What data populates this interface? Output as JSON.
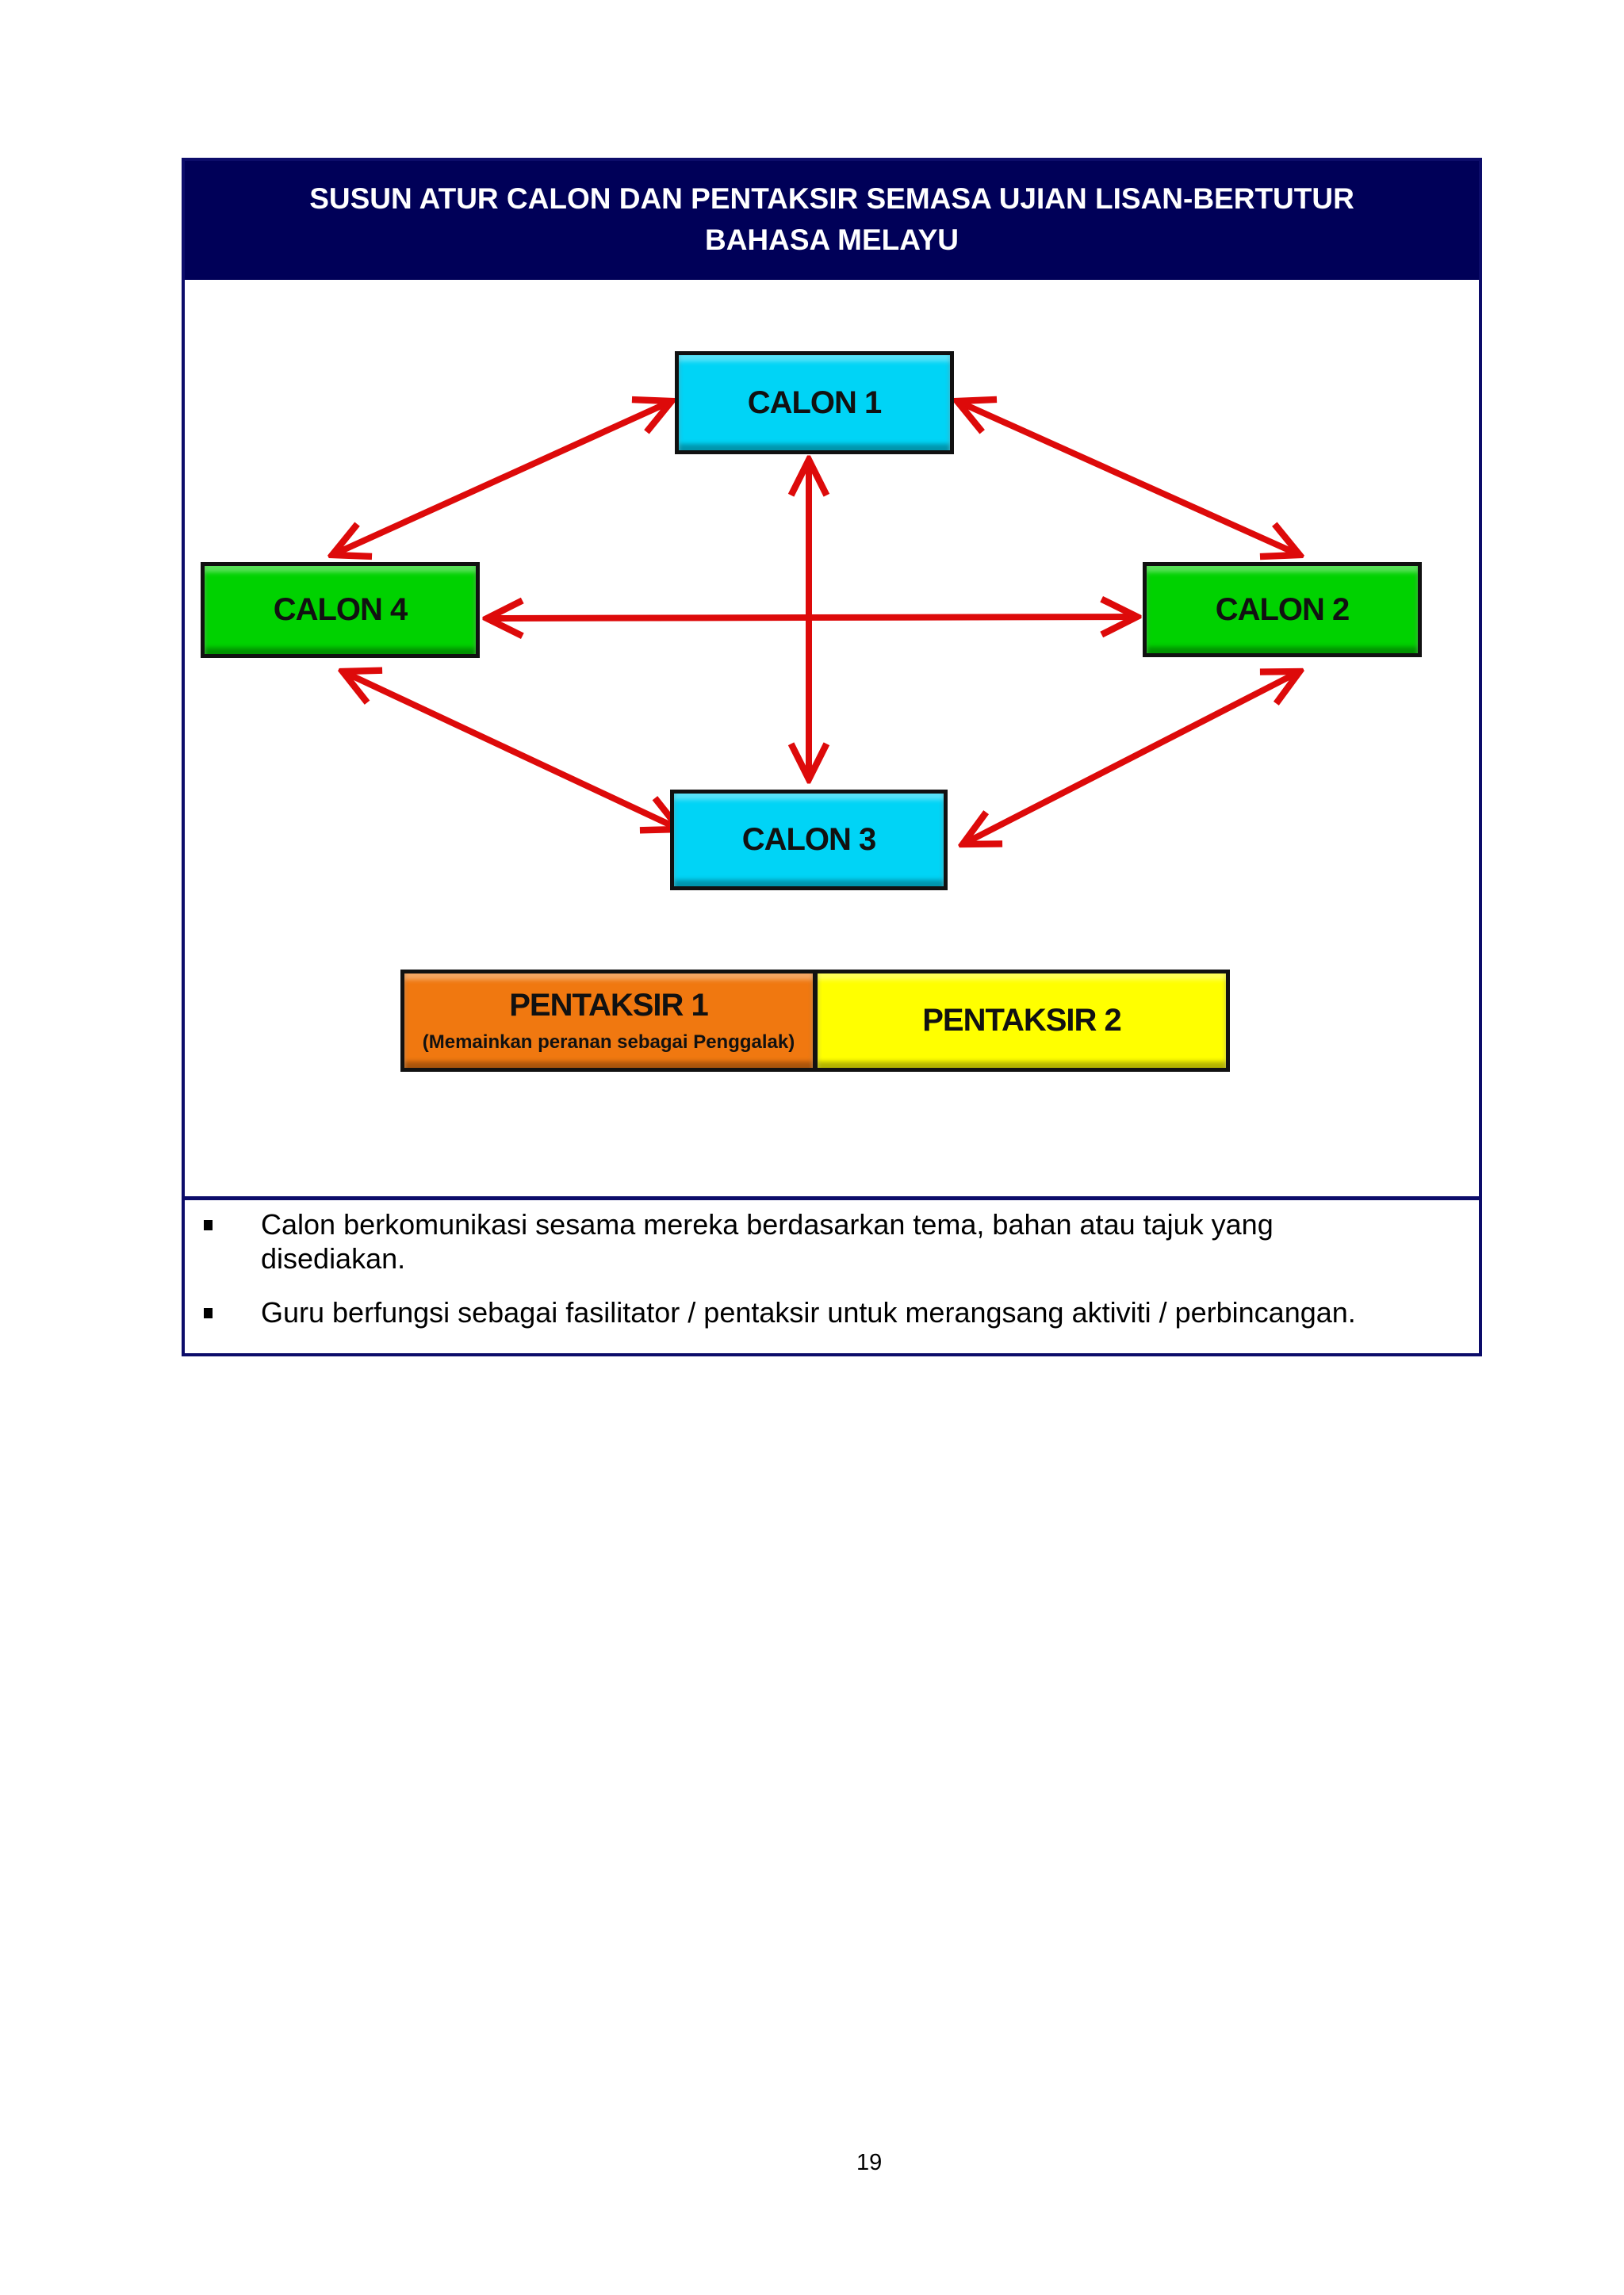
{
  "header": {
    "title_line1": "SUSUN ATUR CALON DAN PENTAKSIR SEMASA UJIAN LISAN-BERTUTUR",
    "title_line2": "BAHASA MELAYU"
  },
  "diagram": {
    "calon1": "CALON 1",
    "calon2": "CALON 2",
    "calon3": "CALON 3",
    "calon4": "CALON 4",
    "pentaksir1": "PENTAKSIR 1",
    "pentaksir1_note": "(Memainkan peranan sebagai Penggalak)",
    "pentaksir2": "PENTAKSIR 2",
    "colors": {
      "calon_blue": "#00d4f6",
      "calon_green": "#00d200",
      "pentaksir1": "#f07810",
      "pentaksir2": "#ffff00",
      "arrow": "#dd0a0a",
      "header_bg": "#000058"
    }
  },
  "notes": [
    "Calon berkomunikasi sesama mereka berdasarkan tema, bahan atau tajuk yang disediakan.",
    "Guru berfungsi sebagai fasilitator / pentaksir untuk merangsang aktiviti / perbincangan."
  ],
  "page_number": "19"
}
